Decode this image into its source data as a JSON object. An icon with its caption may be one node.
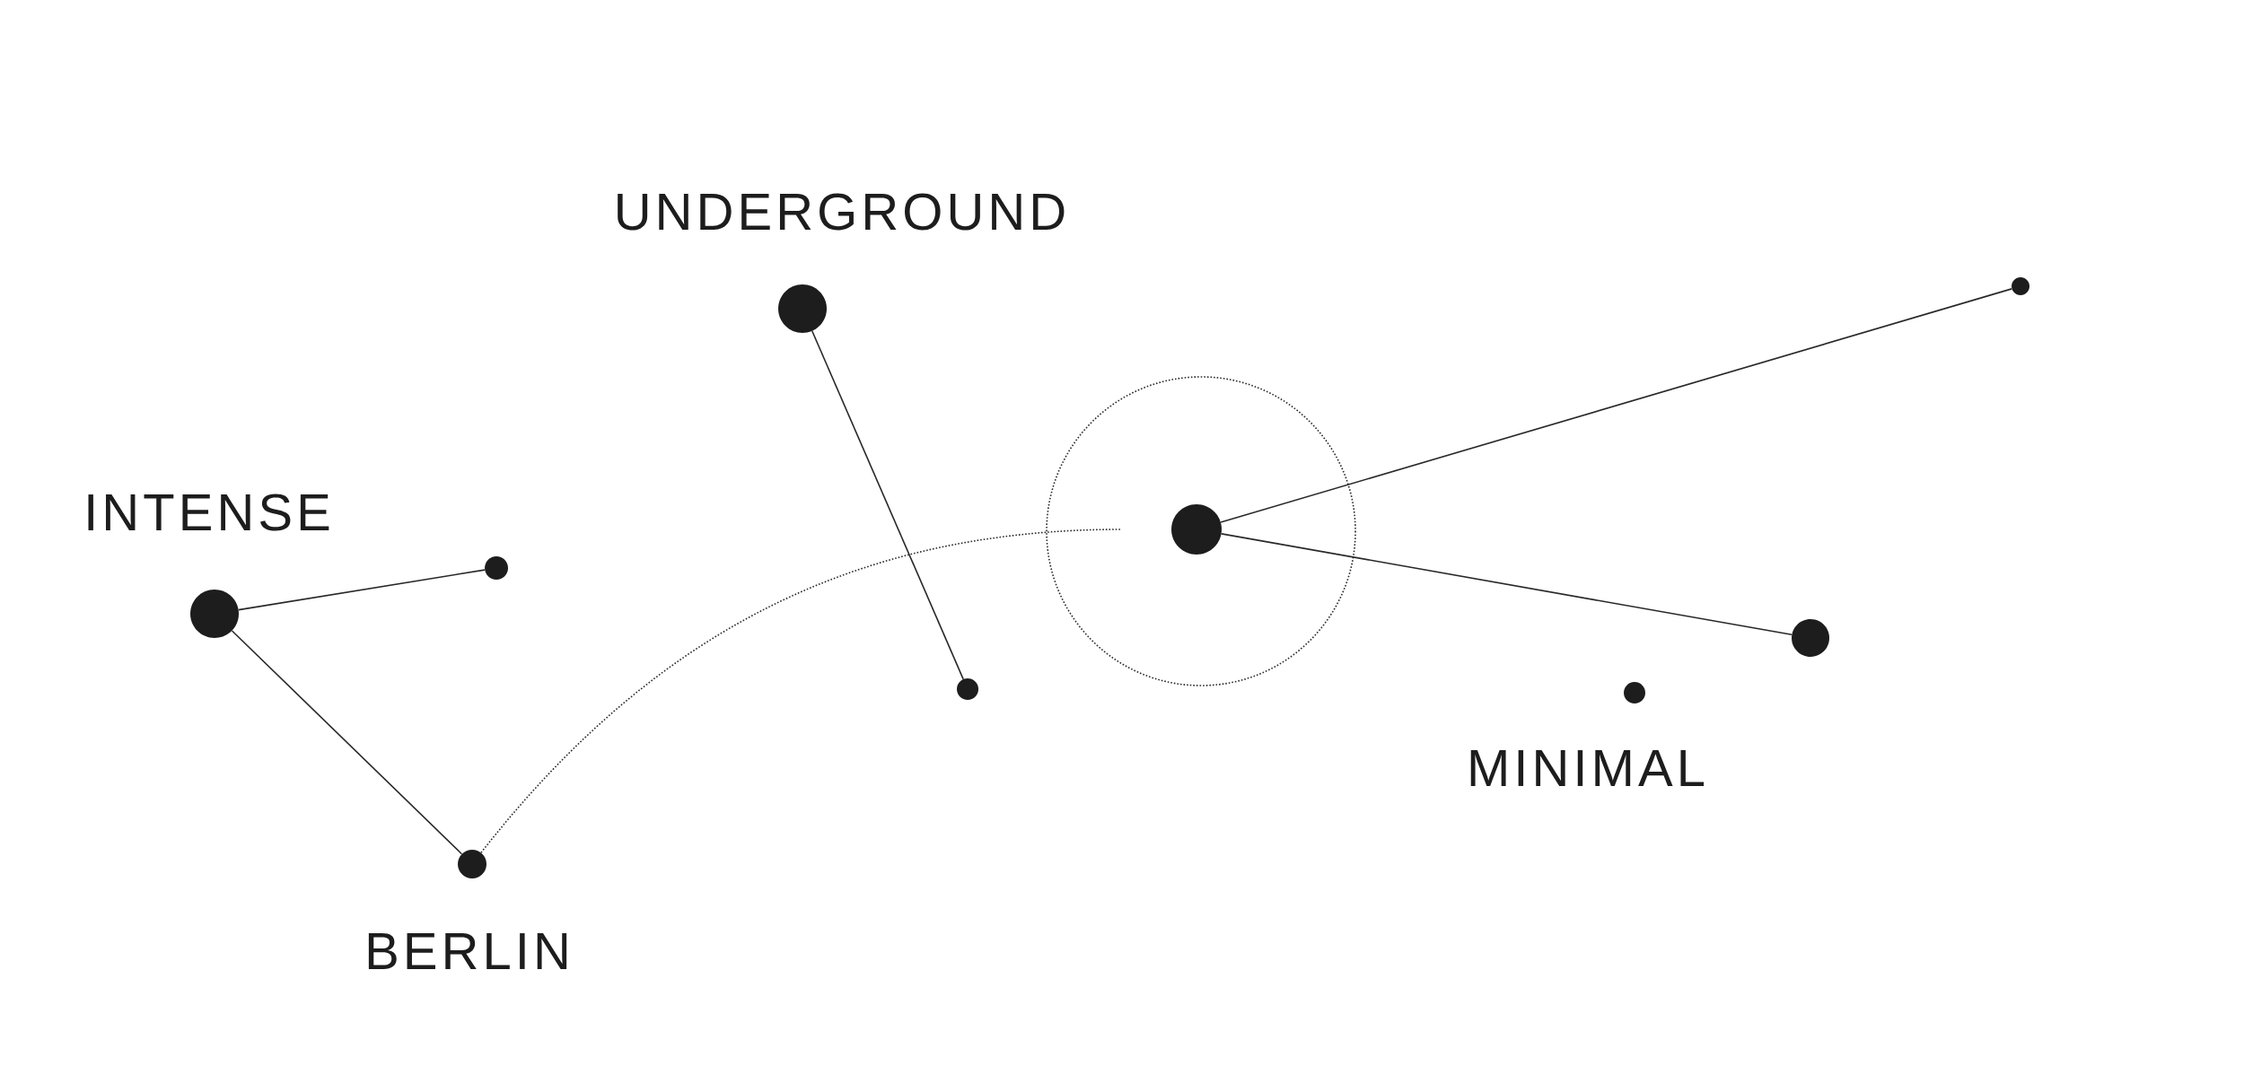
{
  "diagram": {
    "nodes": [
      {
        "text": [],
        "shape": "circle"
      },
      {
        "text": [],
        "shape": "circle"
      },
      {
        "text": [],
        "shape": "circle"
      },
      {
        "text": [],
        "shape": "circle"
      },
      {
        "text": [],
        "shape": "circle"
      },
      {
        "text": [],
        "shape": "circle"
      },
      {
        "text": [],
        "shape": "circle"
      },
      {
        "text": [],
        "shape": "circle"
      },
      {
        "text": [],
        "shape": "circle"
      }
    ],
    "edges": [
      {
        "from": 0,
        "to": 1,
        "arrow": "none"
      },
      {
        "from": 0,
        "to": 2,
        "arrow": "none"
      },
      {
        "from": 3,
        "to": 4,
        "arrow": "none"
      },
      {
        "from": 5,
        "to": 6,
        "arrow": "none"
      },
      {
        "from": 5,
        "to": 7,
        "arrow": "none"
      },
      {
        "from": 2,
        "to": 5,
        "arrow": "none",
        "style": "dashed"
      }
    ],
    "labels": [
      "UNDERGROUND",
      "INTENSE",
      "MINIMAL",
      "BERLIN"
    ]
  }
}
